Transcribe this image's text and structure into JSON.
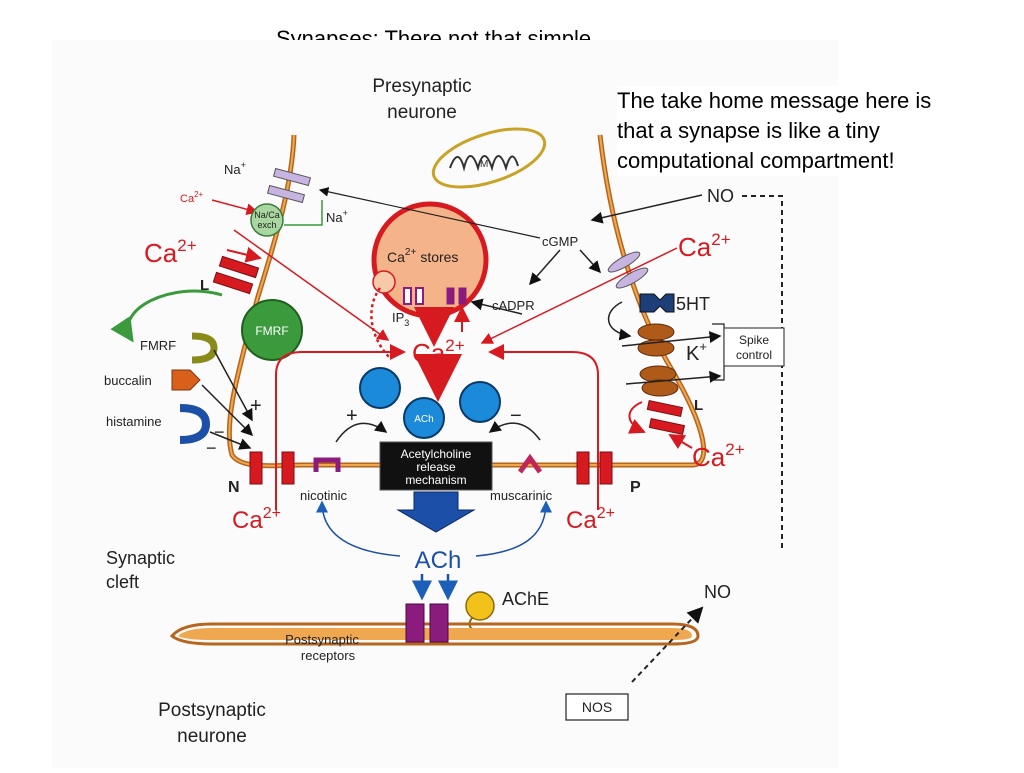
{
  "slide": {
    "title": "Synapses: There not that simple",
    "take_home": [
      "The take home message here is",
      "that a synapse is like a tiny",
      "computational compartment!"
    ]
  },
  "figure": {
    "presynaptic": [
      "Presynaptic",
      "neurone"
    ],
    "postsynaptic": [
      "Postsynaptic",
      "neurone"
    ],
    "synaptic_cleft": [
      "Synaptic",
      "cleft"
    ],
    "mitochondrion": "M",
    "na": "Na",
    "na_sup": "+",
    "na_right": "Na",
    "na_right_sup": "+",
    "ca_small": "Ca",
    "ca_small_sup": "2+",
    "exchanger": [
      "Na/Ca",
      "exch"
    ],
    "ca": "Ca",
    "ca_sup": "2+",
    "l_channel": "L",
    "fmrf": "FMRF",
    "fmrf_receptor": "FMRF",
    "buccalin": "buccalin",
    "histamine": "histamine",
    "plus": "+",
    "minus": "−",
    "n_channel": "N",
    "p_channel": "P",
    "ca_stores": "stores",
    "ip3": "IP",
    "ip3_sub": "3",
    "cgmp": "cGMP",
    "cadpr": "cADPR",
    "no": "NO",
    "ht5": "5HT",
    "k_channel": "K",
    "k_sup": "+",
    "spike_control": [
      "Spike",
      "control"
    ],
    "ach_small": "ACh",
    "release": [
      "Acetylcholine",
      "release",
      "mechanism"
    ],
    "nicotinic": "nicotinic",
    "muscarinic": "muscarinic",
    "ach": "ACh",
    "ache": "AChE",
    "post_receptors": [
      "Postsynaptic",
      "receptors"
    ],
    "nos": "NOS",
    "colors": {
      "membrane": "#b5651d",
      "red": "#d71920",
      "blue": "#1c5fb8",
      "circle_blue": "#1b8ad8",
      "purple": "#8b1c7d",
      "store_fill": "#f5b38a",
      "fmrf_green": "#3b9a3b",
      "yellow": "#f2c21b"
    }
  }
}
